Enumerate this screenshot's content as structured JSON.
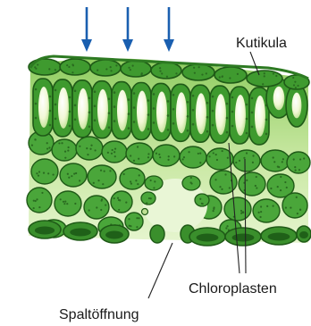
{
  "labels": {
    "cuticle": "Kutikula",
    "chloroplasts": "Chloroplasten",
    "stoma": "Spaltöffnung"
  },
  "light_arrows": {
    "count": 3,
    "color": "#1a5fb0"
  },
  "colors": {
    "leaf_fill": "#b5de8c",
    "upper_cell": "#3f9a2f",
    "cell_outline": "#1f5a17",
    "vacuole": "#f4f9dc",
    "spongy_cell": "#4aa63a",
    "lower_cell": "#3a8f2c",
    "lower_cell_inner": "#1f6018",
    "chloroplast_dot": "#2a6b20",
    "leader_line": "#222222"
  }
}
